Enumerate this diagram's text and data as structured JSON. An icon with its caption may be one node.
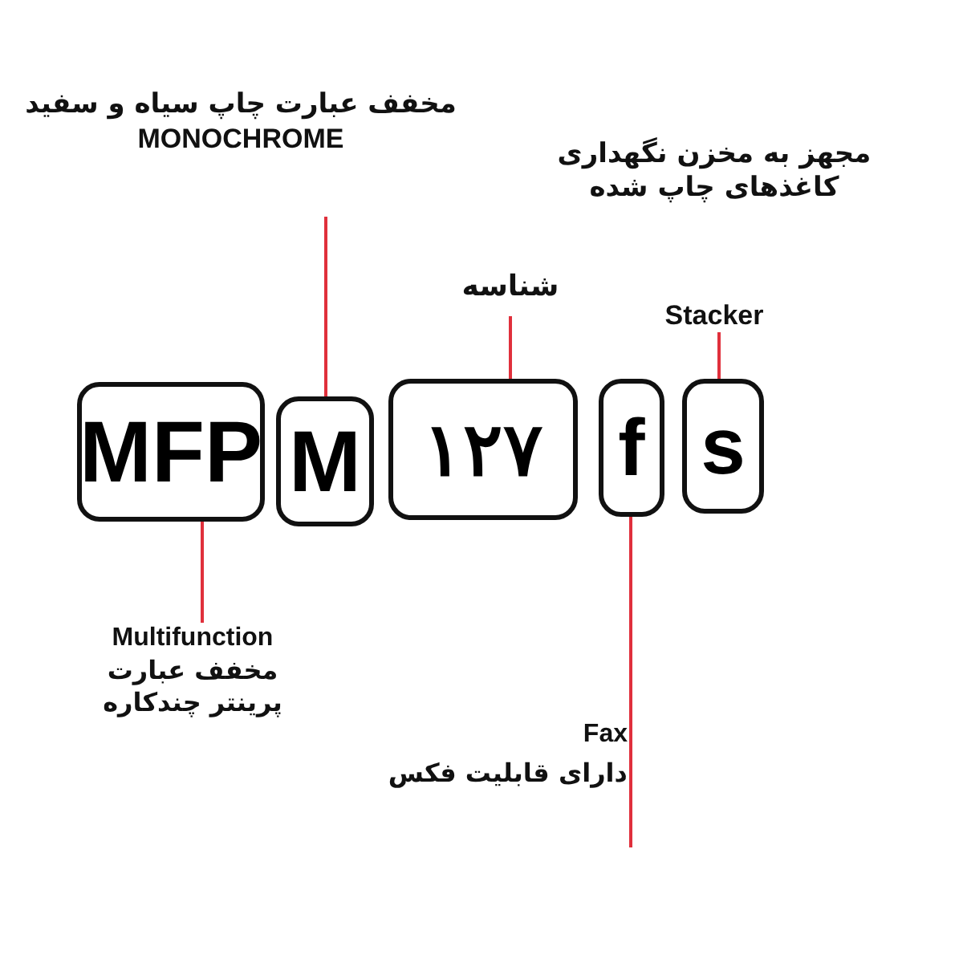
{
  "diagram": {
    "nodes": [
      {
        "text": [
          "MFP"
        ]
      },
      {
        "text": [
          "M"
        ]
      },
      {
        "text": [
          "۱۲۷"
        ]
      },
      {
        "text": [
          "f"
        ]
      },
      {
        "text": [
          "s"
        ]
      },
      {
        "text": [
          "Multifunction",
          "مخفف عبارت پرینتر چندکاره"
        ]
      },
      {
        "text": [
          "مخفف عبارت چاپ سیاه و سفید",
          "MONOCHROME"
        ]
      },
      {
        "text": [
          "شناسه"
        ]
      },
      {
        "text": [
          "Fax",
          "دارای قابلیت فکس"
        ]
      },
      {
        "text": [
          "مجهز به مخزن نگهداری کاغذهای چاپ شده",
          "Stacker"
        ]
      }
    ],
    "edges": [
      {
        "from": 5,
        "to": 0,
        "arrow": "none"
      },
      {
        "from": 6,
        "to": 1,
        "arrow": "none"
      },
      {
        "from": 7,
        "to": 2,
        "arrow": "none"
      },
      {
        "from": 8,
        "to": 3,
        "arrow": "none"
      },
      {
        "from": 9,
        "to": 4,
        "arrow": "none"
      }
    ]
  }
}
